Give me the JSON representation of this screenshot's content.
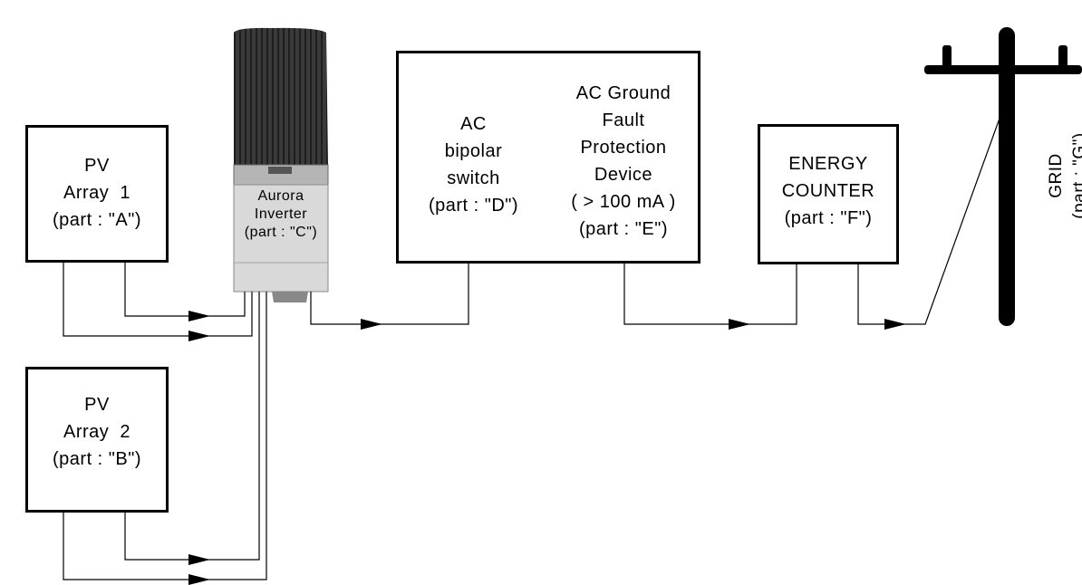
{
  "pv_array_1": {
    "lines": [
      "PV",
      "Array  1",
      "(part : \"A\")"
    ]
  },
  "pv_array_2": {
    "lines": [
      "PV",
      "Array  2",
      "(part : \"B\")"
    ]
  },
  "inverter": {
    "lines": [
      "Aurora",
      "Inverter",
      "(part : \"C\")"
    ]
  },
  "ac_switch": {
    "lines": [
      "AC",
      "bipolar",
      "switch",
      "(part : \"D\")"
    ]
  },
  "ground_fault": {
    "lines": [
      "AC Ground",
      "Fault",
      "Protection",
      "Device",
      "( > 100 mA )",
      "(part : \"E\")"
    ]
  },
  "energy_counter": {
    "lines": [
      "ENERGY",
      "COUNTER",
      "(part : \"F\")"
    ]
  },
  "grid": {
    "lines": [
      "GRID",
      "(part : \"G\")"
    ]
  },
  "colors": {
    "line": "#000000",
    "background": "#ffffff",
    "heatsink": "#333333",
    "inverter_body": "#d9d9d9"
  }
}
